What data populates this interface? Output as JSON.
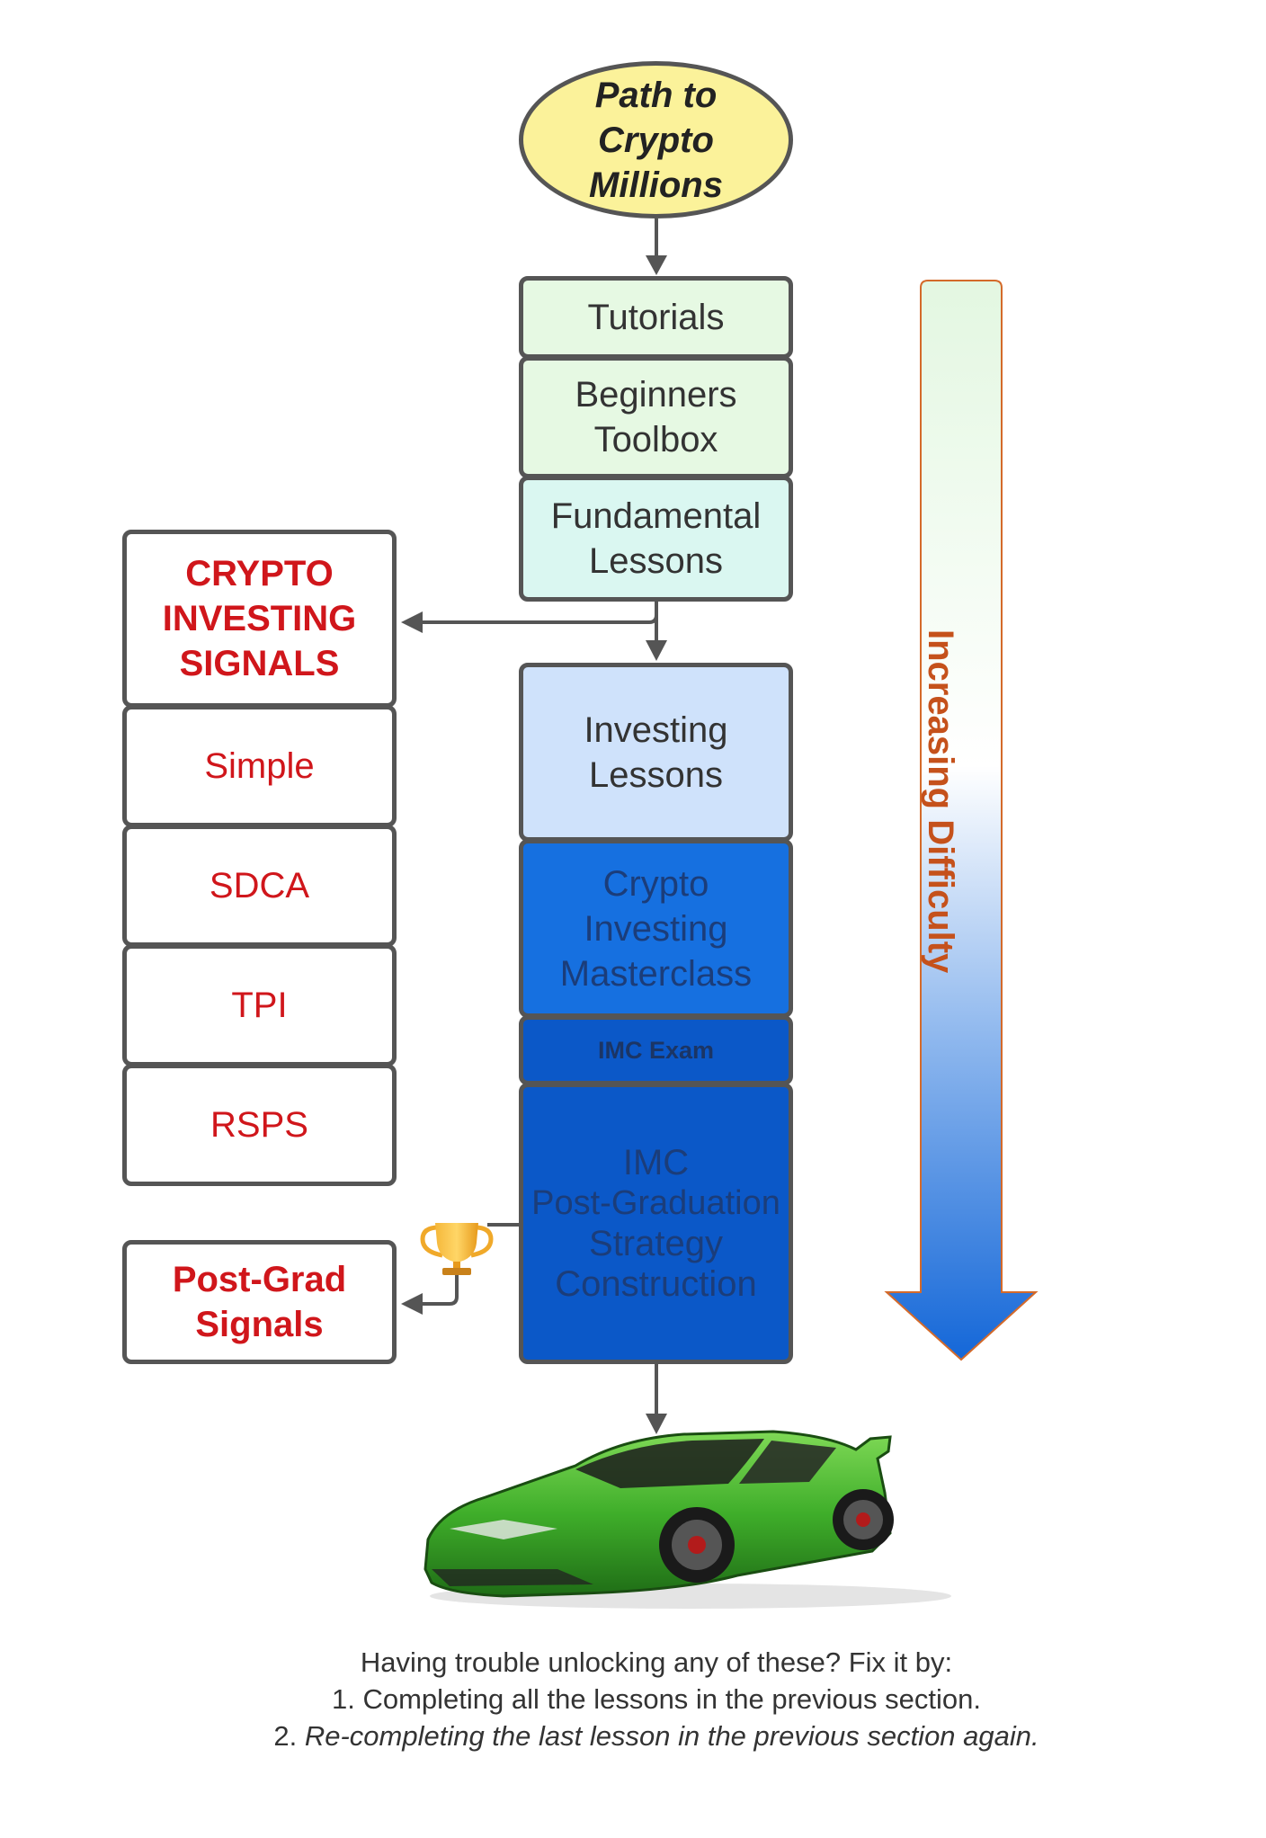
{
  "start": {
    "lines": [
      "Path to",
      "Crypto",
      "Millions"
    ]
  },
  "stack": {
    "tutorials": [
      "Tutorials"
    ],
    "beginners_toolbox": [
      "Beginners",
      "Toolbox"
    ],
    "fundamental_lessons": [
      "Fundamental",
      "Lessons"
    ],
    "investing_lessons": [
      "Investing",
      "Lessons"
    ],
    "masterclass": [
      "Crypto",
      "Investing",
      "Masterclass"
    ],
    "imc_exam": "IMC Exam",
    "post_graduation": [
      "IMC",
      "Post-Graduation",
      "Strategy",
      "Construction"
    ]
  },
  "signals": {
    "header": [
      "CRYPTO",
      "INVESTING",
      "SIGNALS"
    ],
    "items": [
      "Simple",
      "SDCA",
      "TPI",
      "RSPS"
    ],
    "post_grad": [
      "Post-Grad",
      "Signals"
    ]
  },
  "difficulty_label": "Increasing Difficulty",
  "footer": {
    "line1": "Having trouble unlocking any of these? Fix it by:",
    "line2": "1. Completing all the lessons in the previous section.",
    "line3_prefix": "2. ",
    "line3_italic": "Re-completing the last lesson in the previous section again."
  },
  "icons": [
    "trophy-icon",
    "sports-car-icon",
    "down-arrow-icon"
  ],
  "colors": {
    "start_fill": "#fbf29a",
    "tutorials_fill": "#e6f9e3",
    "fundamental_fill": "#daf7f1",
    "investing_fill": "#cfe2fb",
    "masterclass_fill": "#1670e0",
    "exam_fill": "#0b58c8",
    "postgrad_fill": "#0b58c8",
    "signal_text": "#d0161b",
    "difficulty_text": "#c5511b"
  }
}
